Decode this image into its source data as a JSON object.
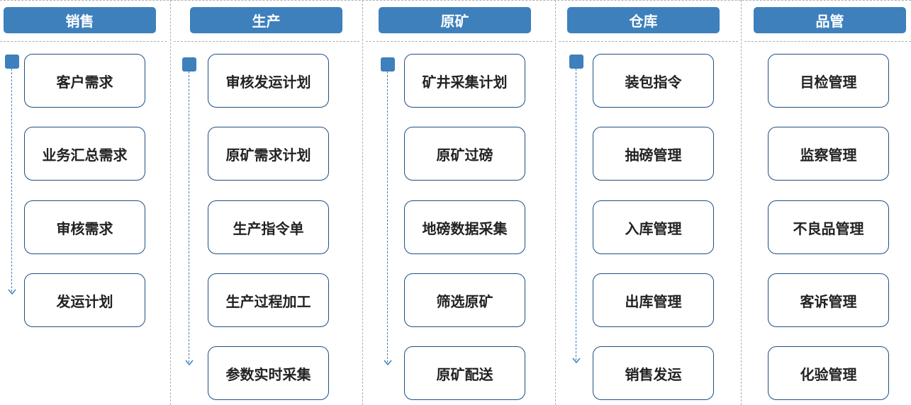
{
  "columns": [
    {
      "title": "销售",
      "items": [
        "客户需求",
        "业务汇总需求",
        "审核需求",
        "发运计划"
      ]
    },
    {
      "title": "生产",
      "items": [
        "审核发运计划",
        "原矿需求计划",
        "生产指令单",
        "生产过程加工",
        "参数实时采集"
      ]
    },
    {
      "title": "原矿",
      "items": [
        "矿井采集计划",
        "原矿过磅",
        "地磅数据采集",
        "筛选原矿",
        "原矿配送"
      ]
    },
    {
      "title": "仓库",
      "items": [
        "装包指令",
        "抽磅管理",
        "入库管理",
        "出库管理",
        "销售发运"
      ]
    },
    {
      "title": "品管",
      "items": [
        "目检管理",
        "监察管理",
        "不良品管理",
        "客诉管理",
        "化验管理"
      ]
    }
  ],
  "colors": {
    "accent": "#3d80bc",
    "card_border": "#1f4f82",
    "divider": "#b0b0b0"
  }
}
